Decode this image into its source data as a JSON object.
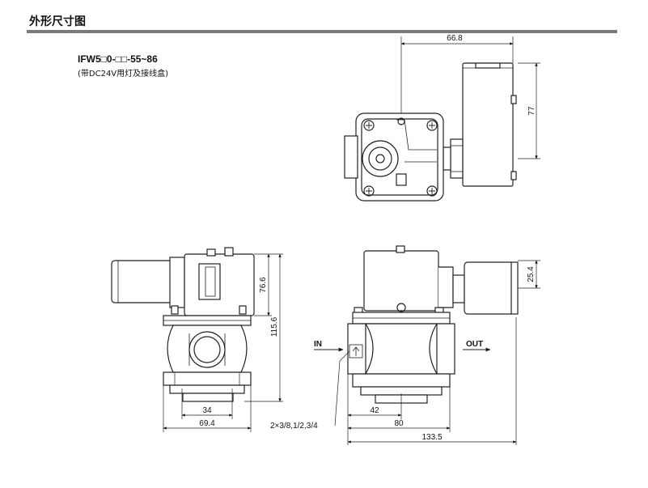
{
  "header": {
    "section_title": "外形尺寸图",
    "model": "IFW5□0-□□-55~86",
    "model_note": "(带DC24V用灯及接线盒)"
  },
  "dimensions": {
    "top_width": "66.8",
    "top_height": "77",
    "left_height_small": "76.6",
    "left_height_large": "115.6",
    "left_width_inner": "34",
    "left_width_outer": "69.4",
    "port_size": "2×3/8,1/2,3/4",
    "right_height": "25.4",
    "right_w1": "42",
    "right_w2": "80",
    "right_w3": "133.5"
  },
  "flow": {
    "in_label": "IN",
    "out_label": "OUT"
  }
}
